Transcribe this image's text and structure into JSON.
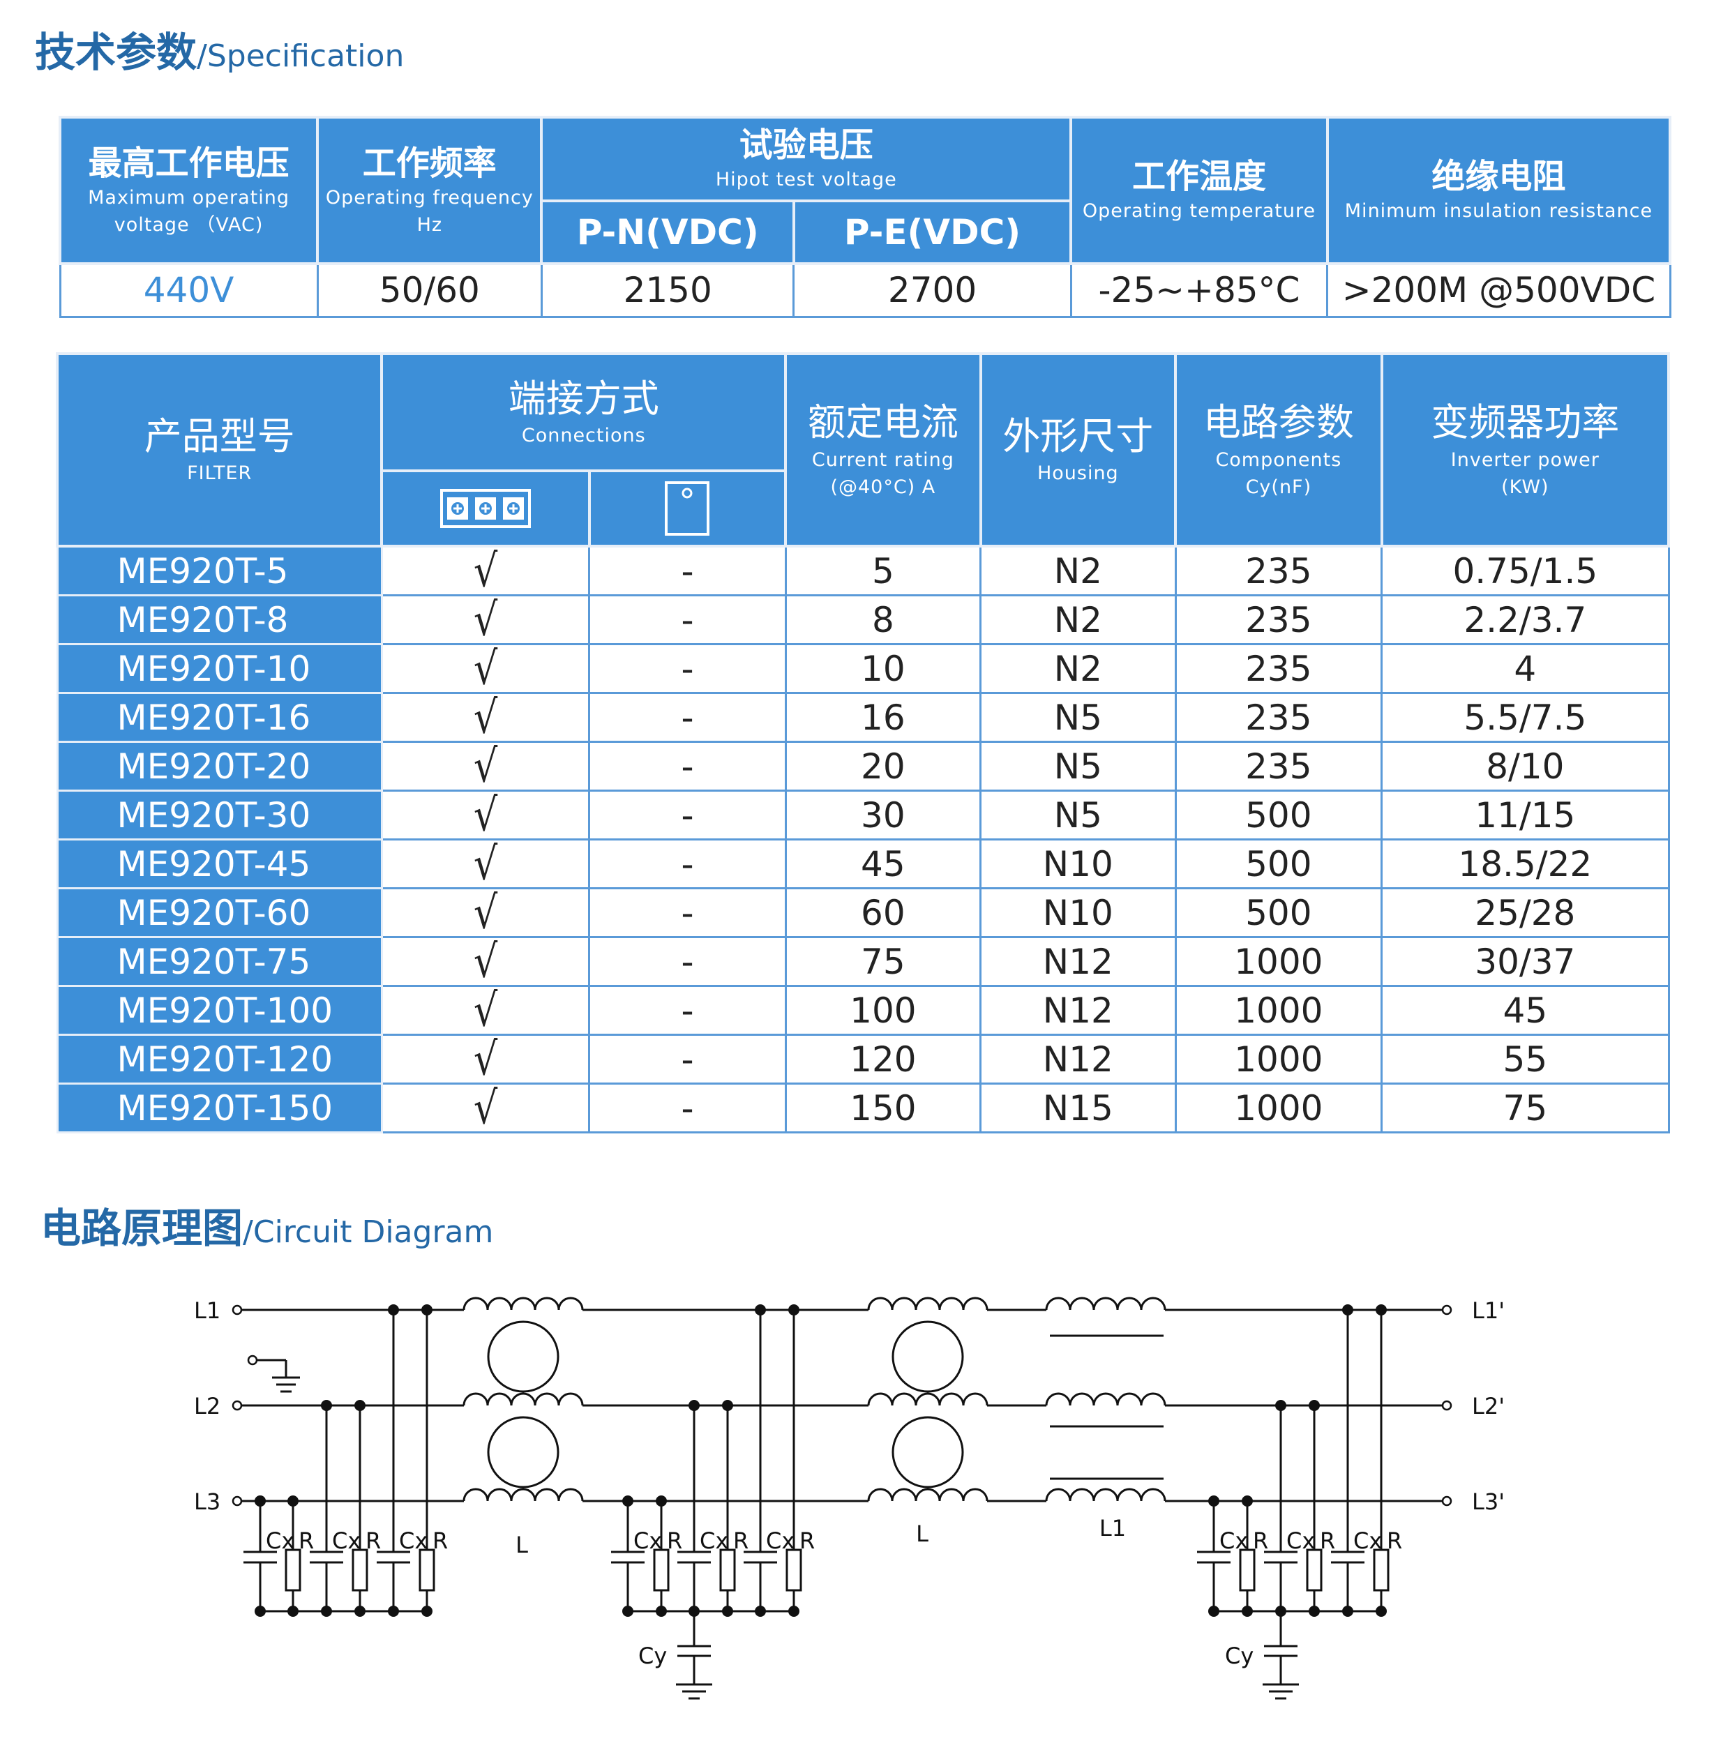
{
  "spec_title": {
    "zh": "技术参数",
    "sep": "/",
    "en": "Specification"
  },
  "spec_headers": {
    "max_voltage": {
      "zh": "最高工作电压",
      "en1": "Maximum operating",
      "en2": "voltage （VAC)"
    },
    "frequency": {
      "zh": "工作频率",
      "en1": "Operating frequency",
      "en2": "Hz"
    },
    "hipot": {
      "zh": "试验电压",
      "en": "Hipot test voltage",
      "pn": "P-N(VDC)",
      "pe": "P-E(VDC)"
    },
    "temperature": {
      "zh": "工作温度",
      "en": "Operating temperature"
    },
    "insulation": {
      "zh": "绝缘电阻",
      "en": "Minimum insulation resistance"
    }
  },
  "spec_values": {
    "max_voltage": "440V",
    "frequency": "50/60",
    "pn": "2150",
    "pe": "2700",
    "temperature": "-25~+85°C",
    "insulation": ">200M @500VDC"
  },
  "product_headers": {
    "model": {
      "zh": "产品型号",
      "en": "FILTER"
    },
    "connections": {
      "zh": "端接方式",
      "en": "Connections"
    },
    "current": {
      "zh": "额定电流",
      "en1": "Current rating",
      "en2": "(@40°C)  A"
    },
    "housing": {
      "zh": "外形尺寸",
      "en": "Housing"
    },
    "components": {
      "zh": "电路参数",
      "en1": "Components",
      "en2": "Cy(nF)"
    },
    "inverter": {
      "zh": "变频器功率",
      "en1": "Inverter power",
      "en2": "(KW)"
    }
  },
  "connection_icons": [
    "terminal-block-icon",
    "stud-terminal-icon"
  ],
  "products": [
    {
      "model": "ME920T-5",
      "terminal": "√",
      "stud": "-",
      "current": "5",
      "housing": "N2",
      "cy": "235",
      "power": "0.75/1.5"
    },
    {
      "model": "ME920T-8",
      "terminal": "√",
      "stud": "-",
      "current": "8",
      "housing": "N2",
      "cy": "235",
      "power": "2.2/3.7"
    },
    {
      "model": "ME920T-10",
      "terminal": "√",
      "stud": "-",
      "current": "10",
      "housing": "N2",
      "cy": "235",
      "power": "4"
    },
    {
      "model": "ME920T-16",
      "terminal": "√",
      "stud": "-",
      "current": "16",
      "housing": "N5",
      "cy": "235",
      "power": "5.5/7.5"
    },
    {
      "model": "ME920T-20",
      "terminal": "√",
      "stud": "-",
      "current": "20",
      "housing": "N5",
      "cy": "235",
      "power": "8/10"
    },
    {
      "model": "ME920T-30",
      "terminal": "√",
      "stud": "-",
      "current": "30",
      "housing": "N5",
      "cy": "500",
      "power": "11/15"
    },
    {
      "model": "ME920T-45",
      "terminal": "√",
      "stud": "-",
      "current": "45",
      "housing": "N10",
      "cy": "500",
      "power": "18.5/22"
    },
    {
      "model": "ME920T-60",
      "terminal": "√",
      "stud": "-",
      "current": "60",
      "housing": "N10",
      "cy": "500",
      "power": "25/28"
    },
    {
      "model": "ME920T-75",
      "terminal": "√",
      "stud": "-",
      "current": "75",
      "housing": "N12",
      "cy": "1000",
      "power": "30/37"
    },
    {
      "model": "ME920T-100",
      "terminal": "√",
      "stud": "-",
      "current": "100",
      "housing": "N12",
      "cy": "1000",
      "power": "45"
    },
    {
      "model": "ME920T-120",
      "terminal": "√",
      "stud": "-",
      "current": "120",
      "housing": "N12",
      "cy": "1000",
      "power": "55"
    },
    {
      "model": "ME920T-150",
      "terminal": "√",
      "stud": "-",
      "current": "150",
      "housing": "N15",
      "cy": "1000",
      "power": "75"
    }
  ],
  "circuit_title": {
    "zh": "电路原理图",
    "sep": "/",
    "en": "Circuit Diagram"
  },
  "circuit_labels": {
    "inputs": [
      "L1",
      "L2",
      "L3"
    ],
    "outputs": [
      "L1'",
      "L2'",
      "L3'"
    ],
    "cx": "Cx",
    "r": "R",
    "cy": "Cy",
    "choke1": "L",
    "choke2": "L",
    "choke3": "L1"
  },
  "colors": {
    "accent": "#3d8fd8",
    "title": "#2468a6",
    "border": "#5a9ad8"
  }
}
